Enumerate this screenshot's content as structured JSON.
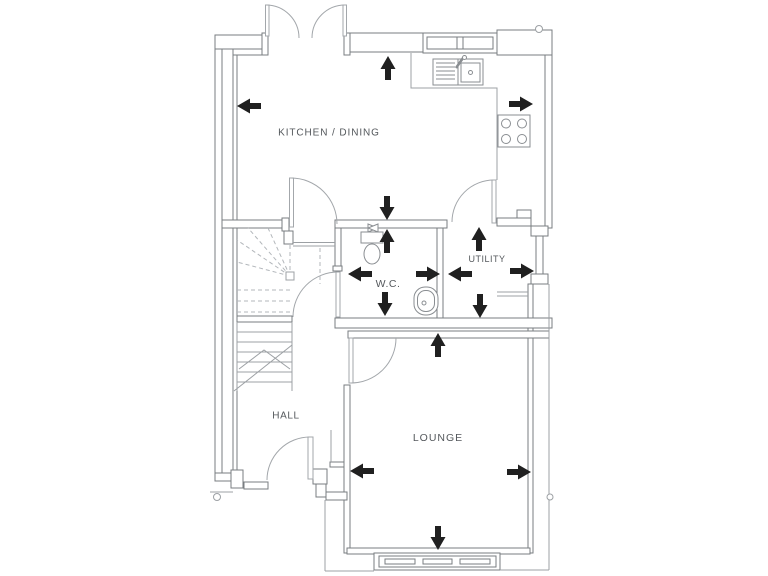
{
  "plan": {
    "type": "ground-floor-plan",
    "rooms": [
      {
        "id": "kitchen-dining",
        "label": "KITCHEN / DINING"
      },
      {
        "id": "wc",
        "label": "W.C."
      },
      {
        "id": "utility",
        "label": "UTILITY"
      },
      {
        "id": "hall",
        "label": "HALL"
      },
      {
        "id": "lounge",
        "label": "LOUNGE"
      }
    ],
    "fixtures": [
      {
        "id": "kitchen-sink"
      },
      {
        "id": "hob"
      },
      {
        "id": "toilet"
      },
      {
        "id": "basin"
      },
      {
        "id": "staircase"
      },
      {
        "id": "french-doors"
      },
      {
        "id": "kitchen-window"
      },
      {
        "id": "bay-window"
      },
      {
        "id": "utility-external-door"
      },
      {
        "id": "front-door"
      }
    ],
    "direction_arrows": [
      "up",
      "left",
      "right",
      "down",
      "up",
      "left",
      "right",
      "left",
      "up",
      "right",
      "down",
      "down",
      "up",
      "left",
      "right",
      "down"
    ],
    "colors": {
      "background": "#ffffff",
      "wall_line": "#797d81",
      "thin_line": "#9ca0a4",
      "dashed_line": "#b3b7bb",
      "door_swing": "#a3a7ab",
      "fixture_line": "#8a8e92",
      "arrow": "#202020",
      "label_text": "#54585c"
    }
  }
}
